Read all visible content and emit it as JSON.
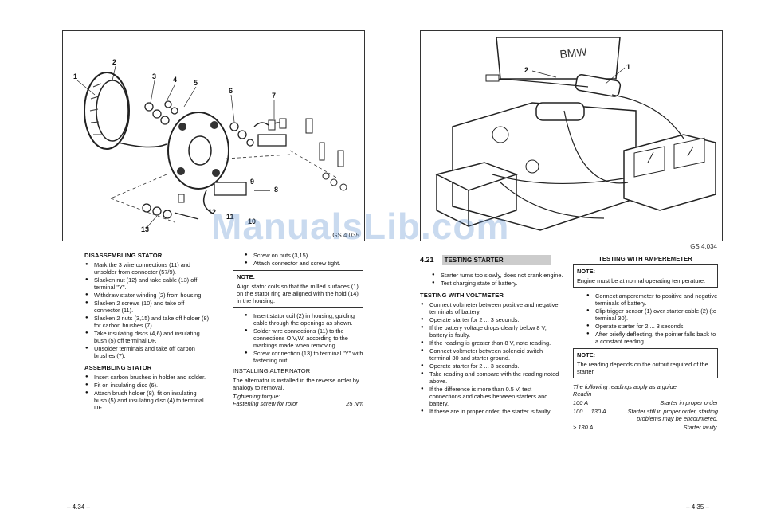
{
  "left_page": {
    "figure_code": "GS 4.035",
    "callouts": [
      "1",
      "2",
      "3",
      "4",
      "5",
      "6",
      "7",
      "8",
      "9",
      "10",
      "11",
      "12",
      "13"
    ],
    "disassembling": {
      "heading": "DISASSEMBLING STATOR",
      "items": [
        "Mark the 3 wire connections (11) and unsolder from connector (57/9).",
        "Slacken nut (12) and take cable (13) off terminal \"Y\".",
        "Withdraw stator winding (2) from housing.",
        "Slacken 2 screws (10) and take off connector (11).",
        "Slacken 2 nuts (3,15) and take off holder (8) for carbon brushes (7).",
        "Take insulating discs (4,6) and insulating bush (5) off terminal DF.",
        "Unsolder terminals and take off carbon brushes (7)."
      ]
    },
    "assembling": {
      "heading": "ASSEMBLING STATOR",
      "items": [
        "Insert carbon brushes in holder and solder.",
        "Fit on insulating disc (6).",
        "Attach brush holder (8), fit on insulating bush (5) and insulating disc (4) to terminal DF."
      ]
    },
    "col2_items_top": [
      "Screw on nuts (3,15)",
      "Attach connector and screw tight."
    ],
    "note": {
      "title": "NOTE:",
      "text": "Align stator coils so that the milled surfaces (1) on the stator ring are aligned with the hold (14) in the housing."
    },
    "col2_items_bottom": [
      "Insert stator coil (2) in housing, guiding cable through the openings as shown.",
      "Solder wire connections (11) to the connections O,V,W, according to the markings made when removing.",
      "Screw connection (13) to terminal \"Y\" with fastening nut."
    ],
    "installing": {
      "heading": "INSTALLING ALTERNATOR",
      "text": "The alternator is installed in the reverse order by analogy to removal.",
      "torque_label": "Tightening torque:",
      "torque_item": "Fastening screw for rotor",
      "torque_value": "25 Nm"
    },
    "page_number": "– 4.34 –"
  },
  "right_page": {
    "figure_code": "GS 4.034",
    "callouts": [
      "1",
      "2"
    ],
    "section_number": "4.21",
    "section_title": "TESTING STARTER",
    "intro_items": [
      "Starter turns too slowly, does not crank engine.",
      "Test charging state of battery."
    ],
    "voltmeter": {
      "heading": "TESTING WITH VOLTMETER",
      "items": [
        "Connect voltmeter between positive and negative terminals of battery.",
        "Operate starter for 2 ... 3 seconds.",
        "If the battery voltage drops clearly below 8 V, battery is faulty.",
        "If the reading is greater than 8 V, note reading.",
        "Connect voltmeter between solenoid switch terminal 30 and starter ground.",
        "Operate starter for 2 ... 3 seconds.",
        "Take reading and compare with the reading noted above.",
        "If the difference is more than 0.5 V, test connections and cables between starters and battery.",
        "If these are in proper order, the starter is faulty."
      ]
    },
    "amperemeter": {
      "heading": "TESTING WITH AMPEREMETER",
      "note1_title": "NOTE:",
      "note1_text": "Engine must be at normal operating temperature.",
      "items": [
        "Connect amperemeter to positive and negative terminals of battery.",
        "Clip trigger sensor (1) over starter cable (2) (to terminal 30).",
        "Operate starter for 2 ... 3 seconds.",
        "After briefly deflecting, the pointer falls back to a constant reading."
      ],
      "note2_title": "NOTE:",
      "note2_text": "The reading depends on the output required of the starter.",
      "guide": "The following readings apply as a guide:",
      "readin_label": "Readin",
      "readings": [
        {
          "value": "100 A",
          "desc": "Starter in proper order"
        },
        {
          "value": "100 ... 130 A",
          "desc": "Starter still in proper order, starting problems may be encountered."
        },
        {
          "value": "> 130 A",
          "desc": "Starter faulty."
        }
      ]
    },
    "page_number": "– 4.35 –"
  },
  "watermark": "ManualsLib.com"
}
